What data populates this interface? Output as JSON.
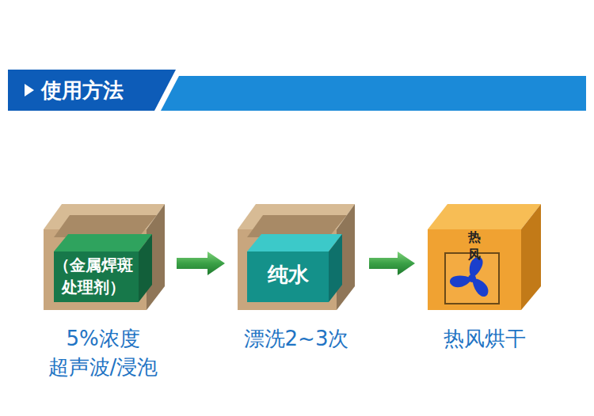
{
  "diagram": {
    "title": "使用方法",
    "nodes": [
      {
        "text": [
          "（金属焊斑处理剂）",
          "5%浓度 超声波/浸泡"
        ]
      },
      {
        "text": [
          "纯水",
          "漂洗2~3次"
        ]
      },
      {
        "text": [
          "热风",
          "热风烘干"
        ]
      }
    ],
    "edges": [
      {
        "from": 0,
        "to": 1,
        "arrow": "to"
      },
      {
        "from": 1,
        "to": 2,
        "arrow": "to"
      }
    ]
  }
}
